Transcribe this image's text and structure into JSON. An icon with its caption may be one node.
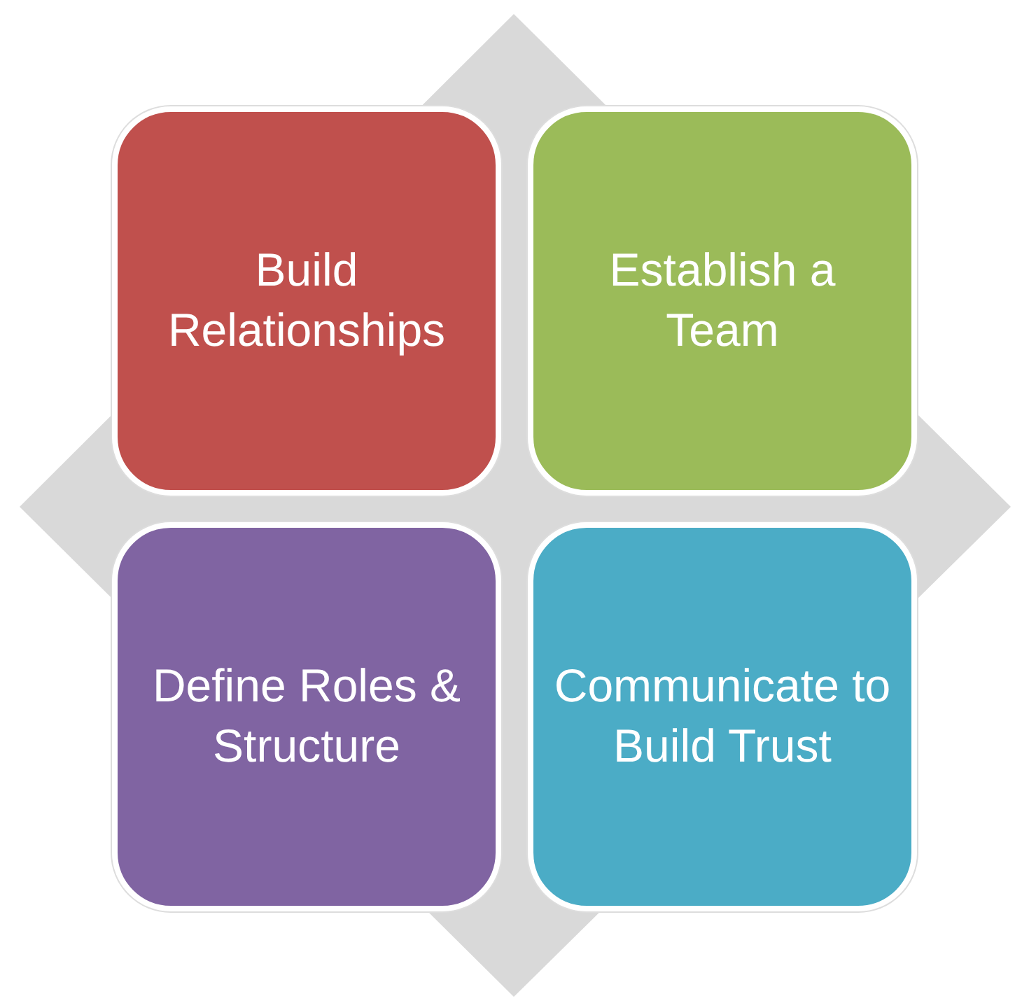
{
  "diagram": {
    "nodes": [
      {
        "text": [
          "Build Relationships"
        ]
      },
      {
        "text": [
          "Establish a Team"
        ]
      },
      {
        "text": [
          "Define Roles & Structure"
        ]
      },
      {
        "text": [
          "Communicate to Build Trust"
        ]
      }
    ]
  }
}
